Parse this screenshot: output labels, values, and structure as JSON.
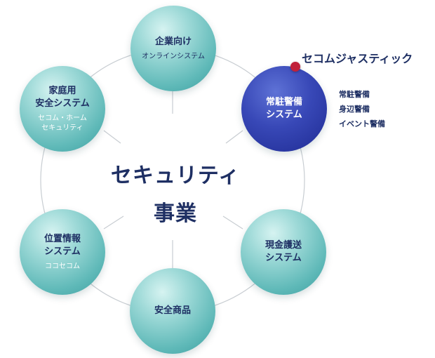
{
  "center": {
    "line1": "セキュリティ",
    "line2": "事業"
  },
  "nodes": {
    "corporate": {
      "title": [
        "企業向け"
      ],
      "sub": [
        "オンラインシステム"
      ]
    },
    "home": {
      "title": [
        "家庭用",
        "安全システム"
      ],
      "sub": [
        "セコム・ホーム",
        "セキュリティ"
      ]
    },
    "resident": {
      "title": [
        "常駐警備",
        "システム"
      ]
    },
    "cash": {
      "title": [
        "現金護送",
        "システム"
      ]
    },
    "products": {
      "title": [
        "安全商品"
      ]
    },
    "location": {
      "title": [
        "位置情報",
        "システム"
      ],
      "sub": [
        "ココセコム"
      ]
    }
  },
  "callout": {
    "company": "セコムジャスティック",
    "services": [
      "常駐警備",
      "身辺警備",
      "イベント警備"
    ]
  },
  "colors": {
    "navy": "#1e2f63",
    "teal": "#5fb9b8",
    "blue": "#3848b7",
    "red": "#c1213a",
    "line": "#c8cdd2"
  }
}
